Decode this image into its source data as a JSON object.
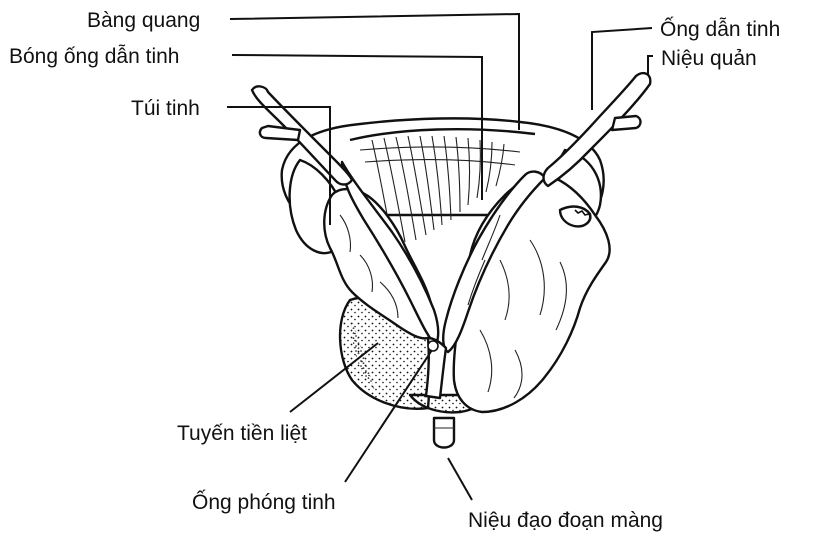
{
  "labels": {
    "bladder": "Bàng quang",
    "ampulla": "Bóng ống dẫn tinh",
    "seminal_vesicle": "Túi tinh",
    "vas_deferens": "Ống dẫn tinh",
    "ureter": "Niệu quản",
    "prostate": "Tuyến tiền liệt",
    "ejaculatory_duct": "Ống phóng tinh",
    "membranous_urethra": "Niệu đạo đoạn màng"
  }
}
